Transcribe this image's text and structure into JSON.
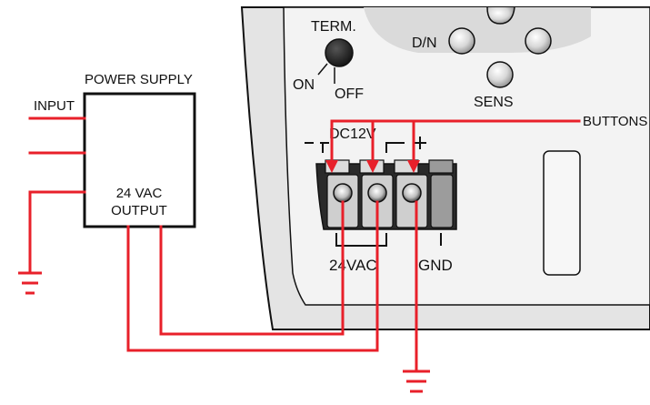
{
  "labels": {
    "power_supply": "POWER SUPPLY",
    "input": "INPUT",
    "output_line1": "24 VAC",
    "output_line2": "OUTPUT",
    "term": "TERM.",
    "on": "ON",
    "off": "OFF",
    "dn": "D/N",
    "sens": "SENS",
    "dc12v": "DC12V",
    "buttons": "BUTTONS",
    "vac24": "24VAC",
    "gnd": "GND"
  },
  "colors": {
    "wire": "#e8202a",
    "outline": "#111111",
    "device_body": "#e9e9e9",
    "device_dark": "#b9b9b9",
    "terminal_block": "#2a2a2a"
  },
  "icons": {
    "ground": "ground-symbol-icon",
    "button": "round-push-button-icon",
    "screw": "terminal-screw-icon",
    "term_switch": "toggle-knob-icon"
  }
}
